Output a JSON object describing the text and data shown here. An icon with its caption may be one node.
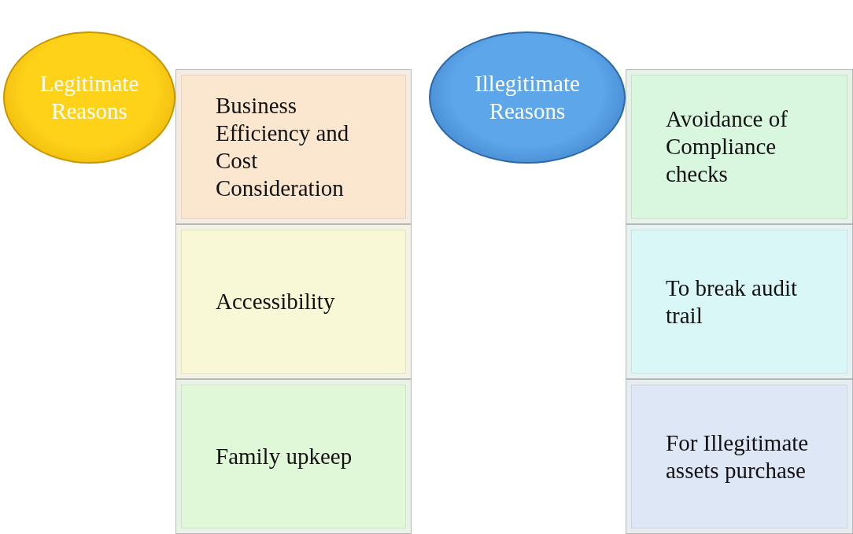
{
  "diagram": {
    "nodes": [
      {
        "text": [
          "Legitimate Reasons"
        ]
      },
      {
        "text": [
          "Business Efficiency and Cost Consideration"
        ]
      },
      {
        "text": [
          "Accessibility"
        ]
      },
      {
        "text": [
          "Family upkeep"
        ]
      },
      {
        "text": [
          "Illegitimate Reasons"
        ]
      },
      {
        "text": [
          "Avoidance of Compliance checks"
        ]
      },
      {
        "text": [
          "To break audit trail"
        ]
      },
      {
        "text": [
          "For Illegitimate assets purchase"
        ]
      }
    ]
  }
}
